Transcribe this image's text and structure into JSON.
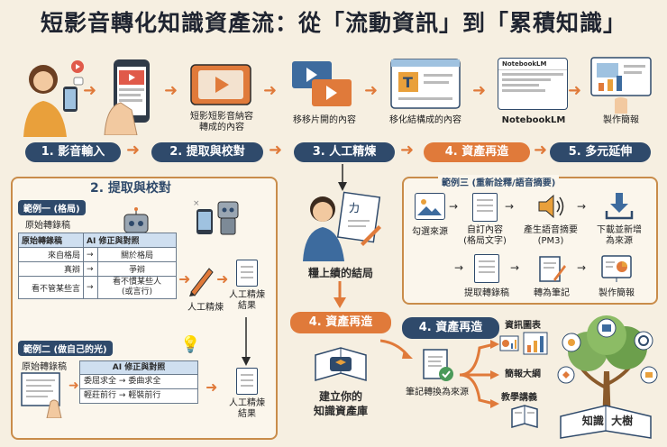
{
  "title": "短影音轉化知識資產流：從「流動資訊」到「累積知識」",
  "top_captions": [
    "短影短影音納容\n轉成的內容",
    "移移片開的內容",
    "移化結構成的內容",
    "NotebookLM",
    "製作簡報"
  ],
  "notebook_screen_label": "NotebookLM",
  "steps": [
    {
      "label": "1. 影音輸入"
    },
    {
      "label": "2. 提取與校對"
    },
    {
      "label": "3. 人工精煉"
    },
    {
      "label": "4. 資產再造"
    },
    {
      "label": "5. 多元延伸"
    }
  ],
  "left_panel": {
    "title": "2. 提取與校對",
    "ex1": {
      "title": "範例一 (格局)",
      "raw_label": "原始轉錄稿",
      "table_head": [
        "原始轉錄稿",
        "AI 修正與對照"
      ],
      "rows": [
        [
          "來自格局",
          "→",
          "關於格局"
        ],
        [
          "真辯",
          "→",
          "爭辯"
        ],
        [
          "看不管某些言",
          "→",
          "看不慣某些人\n(或言行)"
        ]
      ]
    },
    "manual_label": "人工精煉",
    "result_label_1": "人工精煉\n結果",
    "ex2": {
      "title": "範例二 (做自己的光)",
      "raw_label": "原始轉錄稿",
      "head": "AI 修正與對照",
      "rows": [
        [
          "委屈求全",
          "→",
          "委曲求全"
        ],
        [
          "輕莊前行",
          "→",
          "輕裝前行"
        ]
      ]
    },
    "result_label_2": "人工精煉\n結果"
  },
  "middle": {
    "caption": "糧上績的結局",
    "pill_label": "4. 資產再造",
    "book_caption": "建立你的\n知識資產庫"
  },
  "right_panel": {
    "title": "範例三 (重新詮釋/語音摘要)",
    "row1": [
      "勾選來源",
      "自訂內容\n(格局文字)",
      "產生語音摘要\n(PM3)",
      "下載並新增\n為來源"
    ],
    "row2": [
      "提取轉錄稿",
      "轉為筆記",
      "製作簡報"
    ]
  },
  "bottom_right": {
    "pill_label": "4. 資產再造",
    "note_caption": "筆記轉換為來源",
    "outputs": [
      "資訊圖表",
      "簡報大綱",
      "教學講義"
    ],
    "tree_label": "知識  大樹"
  },
  "colors": {
    "navy": "#2f4a6b",
    "orange": "#e07a3a",
    "panel_border": "#c98c4a",
    "background": "#f6efe1"
  }
}
